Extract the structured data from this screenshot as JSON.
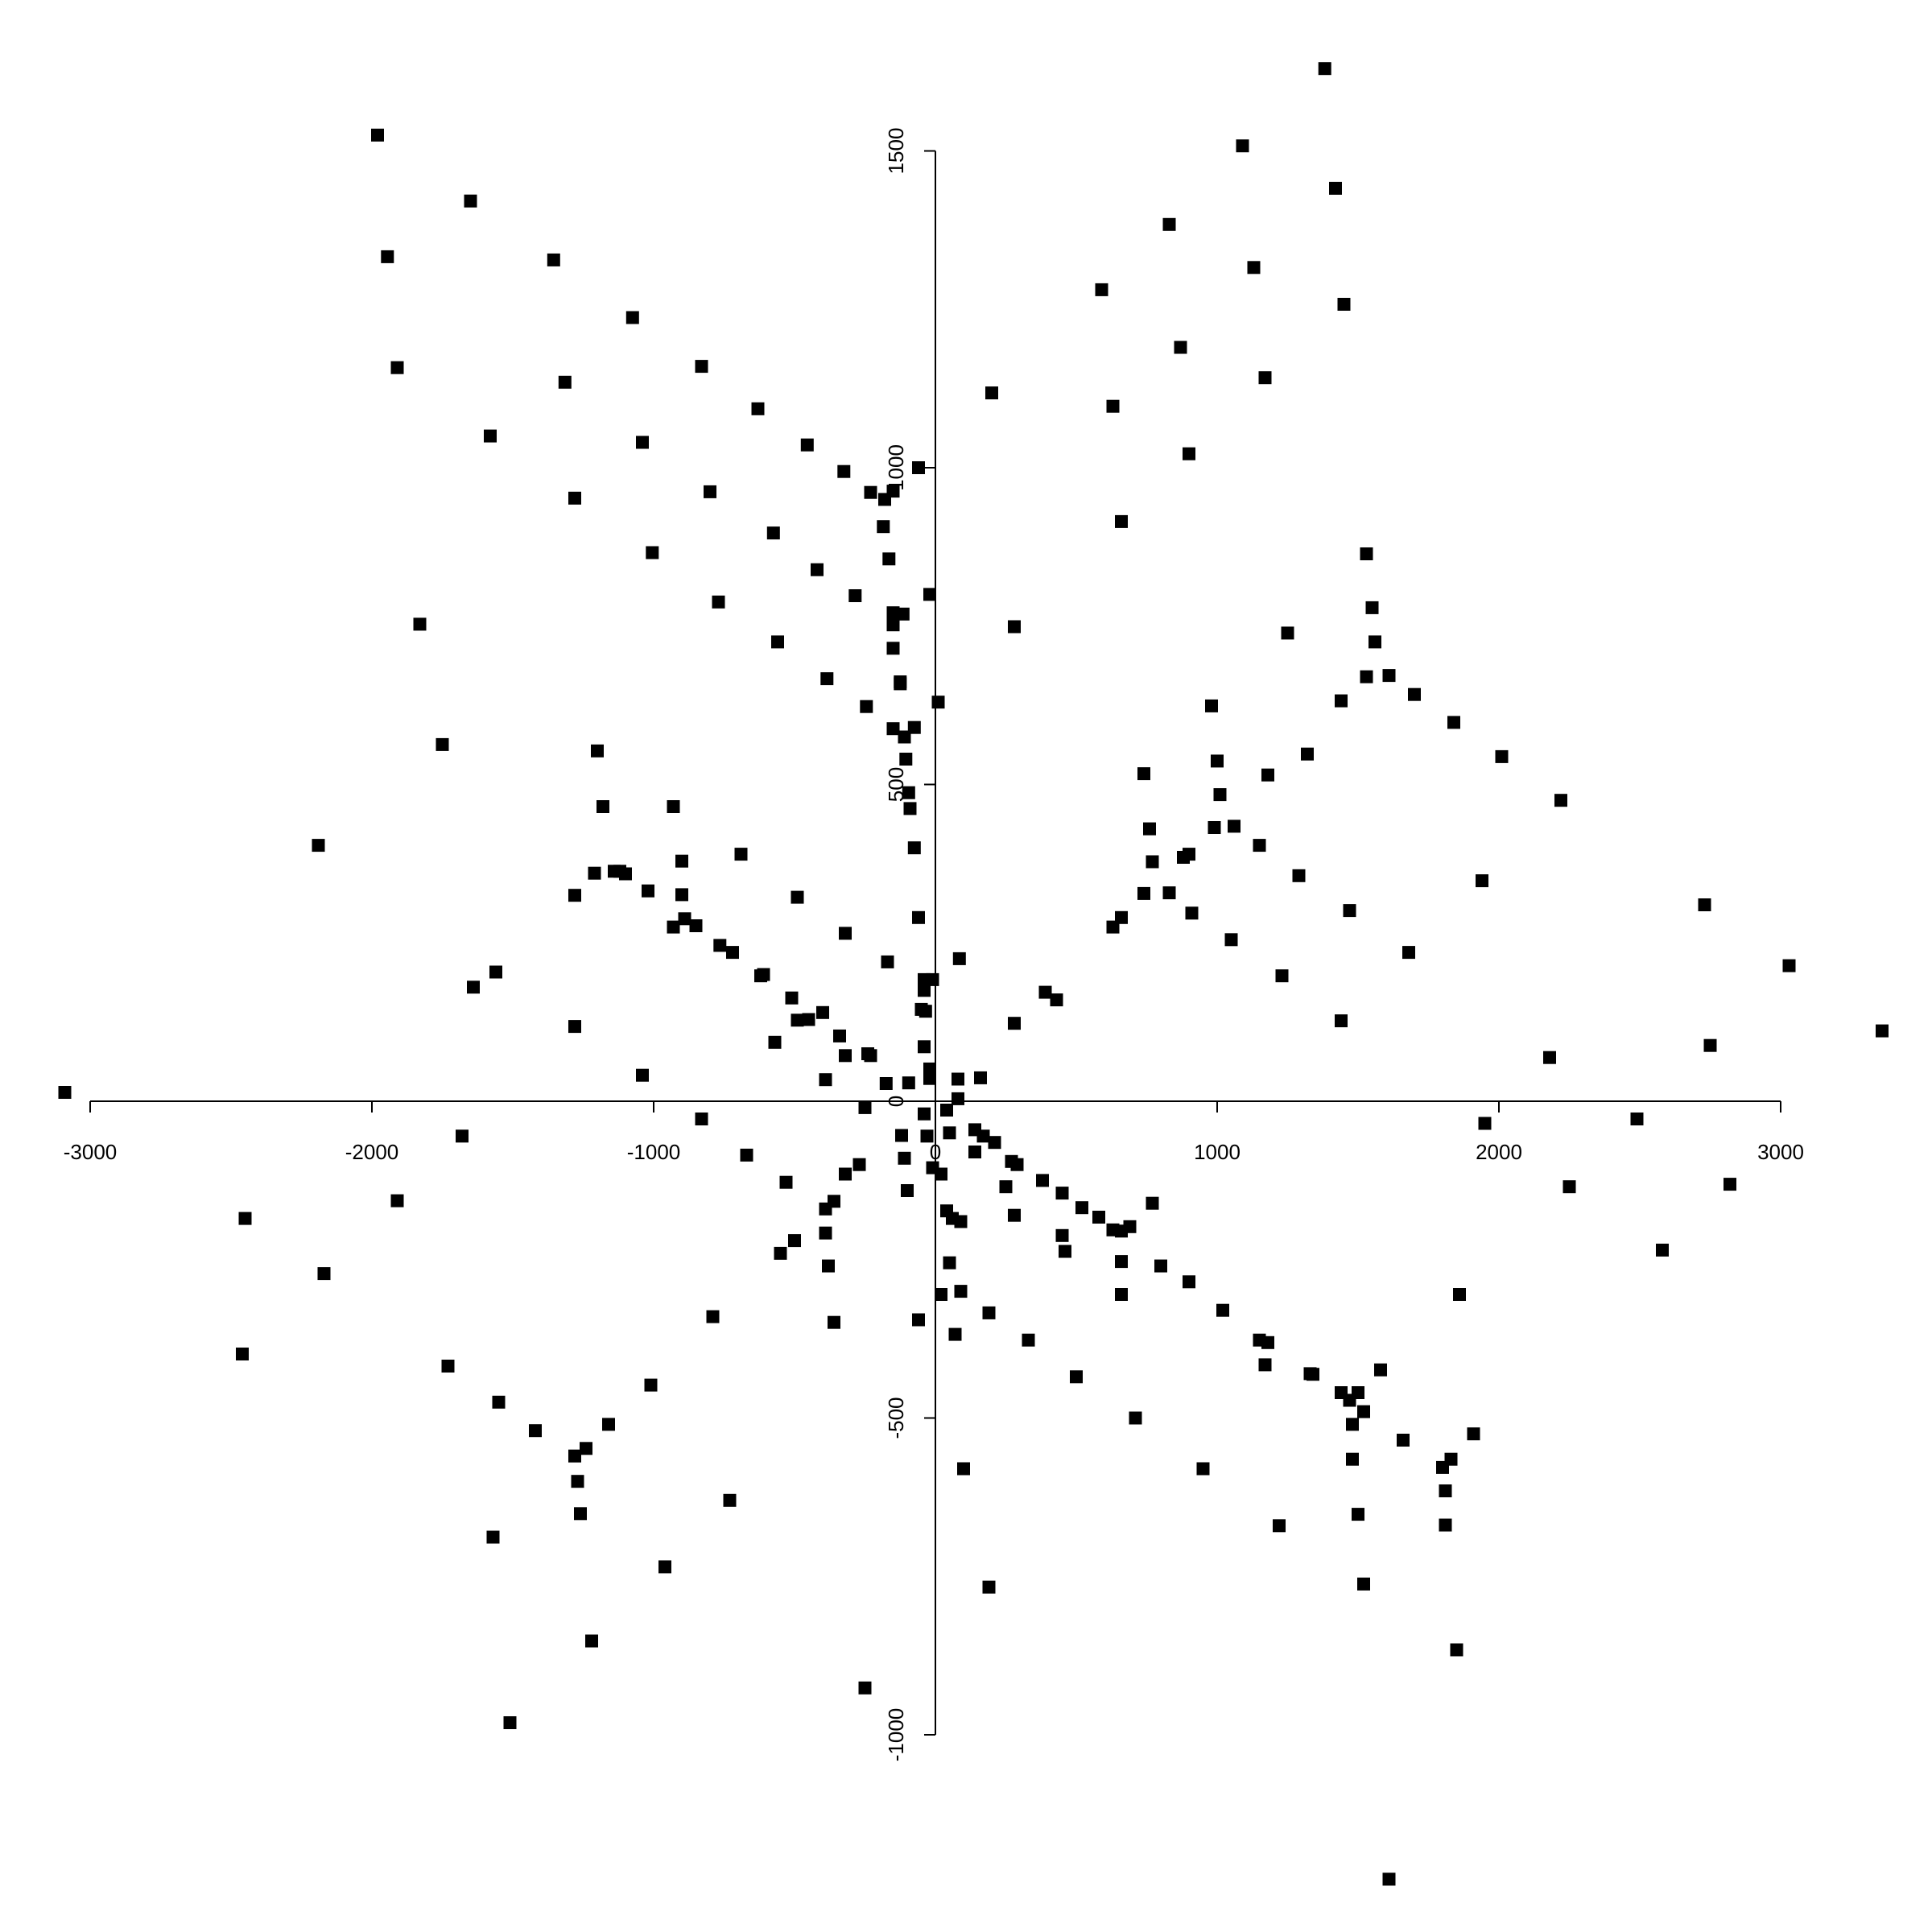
{
  "chart_data": {
    "type": "scatter",
    "title": "",
    "xlabel": "",
    "ylabel": "",
    "xlim": [
      -3000,
      3000
    ],
    "ylim": [
      -1000,
      1500
    ],
    "grid": false,
    "marker": "filled-square",
    "point_color": "#000000",
    "x_ticks": [
      {
        "value": -3000,
        "label": "-3000"
      },
      {
        "value": -2000,
        "label": "-2000"
      },
      {
        "value": -1000,
        "label": "-1000"
      },
      {
        "value": 0,
        "label": "0"
      },
      {
        "value": 1000,
        "label": "1000"
      },
      {
        "value": 2000,
        "label": "2000"
      },
      {
        "value": 3000,
        "label": "3000"
      }
    ],
    "y_ticks": [
      {
        "value": -1000,
        "label": "-1000"
      },
      {
        "value": -500,
        "label": "-500"
      },
      {
        "value": 0,
        "label": "0"
      },
      {
        "value": 500,
        "label": "500"
      },
      {
        "value": 1000,
        "label": "1000"
      },
      {
        "value": 1500,
        "label": "1500"
      }
    ],
    "points": [
      [
        1382,
        1630
      ],
      [
        -1980,
        1525
      ],
      [
        1090,
        1508
      ],
      [
        1420,
        1441
      ],
      [
        -1650,
        1421
      ],
      [
        830,
        1384
      ],
      [
        -1945,
        1333
      ],
      [
        -1355,
        1328
      ],
      [
        1130,
        1316
      ],
      [
        590,
        1281
      ],
      [
        1450,
        1258
      ],
      [
        -1075,
        1237
      ],
      [
        870,
        1190
      ],
      [
        -1910,
        1158
      ],
      [
        -830,
        1160
      ],
      [
        1170,
        1142
      ],
      [
        -1315,
        1135
      ],
      [
        200,
        1118
      ],
      [
        -630,
        1093
      ],
      [
        630,
        1097
      ],
      [
        -1040,
        1040
      ],
      [
        -1580,
        1050
      ],
      [
        -455,
        1036
      ],
      [
        900,
        1022
      ],
      [
        -325,
        994
      ],
      [
        -60,
        1000
      ],
      [
        -230,
        961
      ],
      [
        -150,
        963
      ],
      [
        -1280,
        952
      ],
      [
        -800,
        962
      ],
      [
        -180,
        950
      ],
      [
        -185,
        907
      ],
      [
        660,
        915
      ],
      [
        -1005,
        866
      ],
      [
        -575,
        897
      ],
      [
        -165,
        856
      ],
      [
        1530,
        864
      ],
      [
        -420,
        839
      ],
      [
        -20,
        800
      ],
      [
        -285,
        798
      ],
      [
        -770,
        788
      ],
      [
        1550,
        779
      ],
      [
        -150,
        771
      ],
      [
        -115,
        769
      ],
      [
        -150,
        752
      ],
      [
        -1830,
        753
      ],
      [
        280,
        749
      ],
      [
        1250,
        739
      ],
      [
        1560,
        725
      ],
      [
        -560,
        725
      ],
      [
        -150,
        715
      ],
      [
        1530,
        670
      ],
      [
        1610,
        672
      ],
      [
        -385,
        667
      ],
      [
        -125,
        659
      ],
      [
        -125,
        662
      ],
      [
        1700,
        642
      ],
      [
        -245,
        623
      ],
      [
        10,
        630
      ],
      [
        1440,
        632
      ],
      [
        980,
        624
      ],
      [
        -1750,
        563
      ],
      [
        -1200,
        553
      ],
      [
        1840,
        598
      ],
      [
        -150,
        588
      ],
      [
        -75,
        590
      ],
      [
        -110,
        575
      ],
      [
        1320,
        548
      ],
      [
        2010,
        544
      ],
      [
        1000,
        537
      ],
      [
        -105,
        540
      ],
      [
        740,
        517
      ],
      [
        1180,
        515
      ],
      [
        -95,
        487
      ],
      [
        1010,
        484
      ],
      [
        -90,
        462
      ],
      [
        -1180,
        465
      ],
      [
        -930,
        465
      ],
      [
        2220,
        475
      ],
      [
        760,
        430
      ],
      [
        990,
        432
      ],
      [
        1060,
        434
      ],
      [
        -75,
        400
      ],
      [
        -690,
        390
      ],
      [
        1150,
        404
      ],
      [
        -1140,
        363
      ],
      [
        -1210,
        360
      ],
      [
        900,
        390
      ],
      [
        -1120,
        363
      ],
      [
        -900,
        379
      ],
      [
        880,
        385
      ],
      [
        770,
        378
      ],
      [
        1940,
        348
      ],
      [
        1290,
        356
      ],
      [
        -1280,
        325
      ],
      [
        -490,
        322
      ],
      [
        -1020,
        332
      ],
      [
        -900,
        326
      ],
      [
        740,
        328
      ],
      [
        830,
        329
      ],
      [
        2730,
        310
      ],
      [
        -1100,
        359
      ],
      [
        -60,
        290
      ],
      [
        1470,
        301
      ],
      [
        -890,
        288
      ],
      [
        910,
        297
      ],
      [
        660,
        290
      ],
      [
        -930,
        275
      ],
      [
        -850,
        277
      ],
      [
        630,
        275
      ],
      [
        -320,
        265
      ],
      [
        -765,
        246
      ],
      [
        -2190,
        404
      ],
      [
        -720,
        235
      ],
      [
        1050,
        255
      ],
      [
        1680,
        235
      ],
      [
        -170,
        220
      ],
      [
        85,
        225
      ],
      [
        -610,
        200
      ],
      [
        3030,
        214
      ],
      [
        -1560,
        204
      ],
      [
        1230,
        198
      ],
      [
        -620,
        198
      ],
      [
        -40,
        192
      ],
      [
        -10,
        192
      ],
      [
        -40,
        175
      ],
      [
        -35,
        142
      ],
      [
        -50,
        145
      ],
      [
        -1640,
        180
      ],
      [
        390,
        172
      ],
      [
        430,
        160
      ],
      [
        -510,
        163
      ],
      [
        -400,
        140
      ],
      [
        -490,
        128
      ],
      [
        -450,
        129
      ],
      [
        -1280,
        118
      ],
      [
        1440,
        127
      ],
      [
        280,
        123
      ],
      [
        -340,
        103
      ],
      [
        -570,
        93
      ],
      [
        2750,
        88
      ],
      [
        -320,
        72
      ],
      [
        -240,
        75
      ],
      [
        -230,
        72
      ],
      [
        3360,
        111
      ],
      [
        -40,
        86
      ],
      [
        2180,
        69
      ],
      [
        -1040,
        41
      ],
      [
        -20,
        51
      ],
      [
        -20,
        36
      ],
      [
        80,
        35
      ],
      [
        160,
        37
      ],
      [
        -390,
        34
      ],
      [
        -175,
        28
      ],
      [
        -95,
        29
      ],
      [
        -250,
        -10
      ],
      [
        -3090,
        14
      ],
      [
        80,
        4
      ],
      [
        -40,
        -20
      ],
      [
        40,
        -14
      ],
      [
        1950,
        -35
      ],
      [
        2490,
        -28
      ],
      [
        -830,
        -28
      ],
      [
        -1680,
        -55
      ],
      [
        -30,
        -55
      ],
      [
        50,
        -50
      ],
      [
        -120,
        -54
      ],
      [
        140,
        -45
      ],
      [
        170,
        -55
      ],
      [
        210,
        -65
      ],
      [
        140,
        -80
      ],
      [
        -110,
        -90
      ],
      [
        -670,
        -85
      ],
      [
        -2450,
        -185
      ],
      [
        -2170,
        -272
      ],
      [
        -1910,
        -157
      ],
      [
        -270,
        -100
      ],
      [
        -320,
        -115
      ],
      [
        -10,
        -105
      ],
      [
        20,
        -115
      ],
      [
        270,
        -95
      ],
      [
        290,
        -100
      ],
      [
        380,
        -125
      ],
      [
        250,
        -135
      ],
      [
        2250,
        -135
      ],
      [
        2820,
        -131
      ],
      [
        -530,
        -128
      ],
      [
        -100,
        -141
      ],
      [
        450,
        -145
      ],
      [
        -390,
        -170
      ],
      [
        520,
        -168
      ],
      [
        580,
        -183
      ],
      [
        -360,
        -158
      ],
      [
        280,
        -180
      ],
      [
        40,
        -173
      ],
      [
        60,
        -185
      ],
      [
        90,
        -190
      ],
      [
        660,
        -205
      ],
      [
        630,
        -203
      ],
      [
        690,
        -198
      ],
      [
        770,
        -161
      ],
      [
        -390,
        -208
      ],
      [
        450,
        -212
      ],
      [
        -500,
        -220
      ],
      [
        -550,
        -240
      ],
      [
        460,
        -237
      ],
      [
        50,
        -255
      ],
      [
        -380,
        -260
      ],
      [
        2580,
        -235
      ],
      [
        660,
        -253
      ],
      [
        800,
        -260
      ],
      [
        900,
        -285
      ],
      [
        660,
        -305
      ],
      [
        1860,
        -305
      ],
      [
        20,
        -305
      ],
      [
        -60,
        -345
      ],
      [
        -790,
        -340
      ],
      [
        -360,
        -349
      ],
      [
        90,
        -300
      ],
      [
        190,
        -334
      ],
      [
        1020,
        -330
      ],
      [
        -2460,
        -399
      ],
      [
        -1730,
        -418
      ],
      [
        70,
        -368
      ],
      [
        330,
        -377
      ],
      [
        1150,
        -377
      ],
      [
        1180,
        -381
      ],
      [
        -1010,
        -448
      ],
      [
        500,
        -435
      ],
      [
        -1550,
        -475
      ],
      [
        1330,
        -430
      ],
      [
        1340,
        -431
      ],
      [
        1170,
        -416
      ],
      [
        1440,
        -460
      ],
      [
        1500,
        -460
      ],
      [
        -1160,
        -510
      ],
      [
        -1420,
        -520
      ],
      [
        1470,
        -472
      ],
      [
        1520,
        -490
      ],
      [
        1480,
        -510
      ],
      [
        -1240,
        -548
      ],
      [
        1580,
        -424
      ],
      [
        -1280,
        -560
      ],
      [
        710,
        -500
      ],
      [
        -1270,
        -600
      ],
      [
        1480,
        -565
      ],
      [
        1910,
        -525
      ],
      [
        1660,
        -535
      ],
      [
        100,
        -580
      ],
      [
        950,
        -580
      ],
      [
        1830,
        -565
      ],
      [
        1800,
        -578
      ],
      [
        -730,
        -630
      ],
      [
        -1260,
        -651
      ],
      [
        1500,
        -652
      ],
      [
        1810,
        -615
      ],
      [
        1220,
        -670
      ],
      [
        1810,
        -669
      ],
      [
        -1570,
        -688
      ],
      [
        -960,
        -735
      ],
      [
        190,
        -767
      ],
      [
        1520,
        -762
      ],
      [
        -1220,
        -852
      ],
      [
        1850,
        -866
      ],
      [
        -250,
        -926
      ],
      [
        -1510,
        -981
      ],
      [
        1610,
        -1228
      ]
    ]
  }
}
